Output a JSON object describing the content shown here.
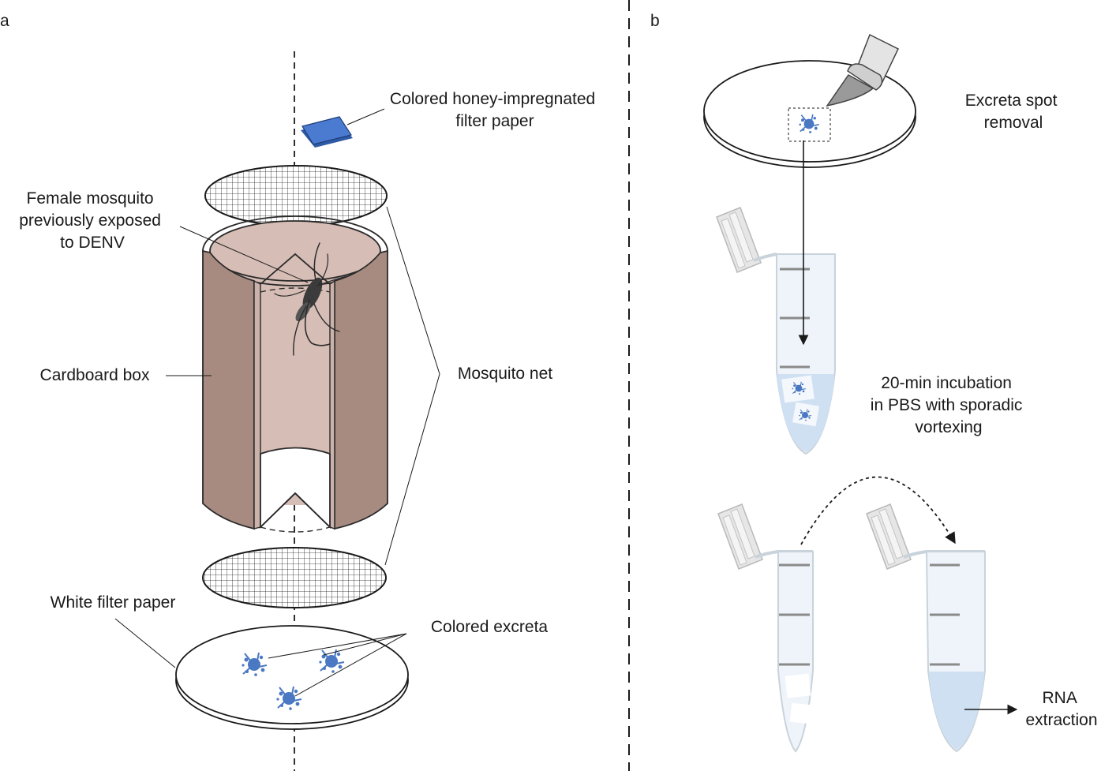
{
  "panels": {
    "a": "a",
    "b": "b"
  },
  "labels_a": {
    "honey_paper": [
      "Colored honey-impregnated",
      "filter paper"
    ],
    "female_mosquito": [
      "Female mosquito",
      "previously exposed",
      "to DENV"
    ],
    "cardboard_box": "Cardboard box",
    "mosquito_net": "Mosquito net",
    "white_filter": "White filter paper",
    "colored_excreta": "Colored excreta"
  },
  "labels_b": {
    "spot_removal": [
      "Excreta spot",
      "removal"
    ],
    "incubation": [
      "20-min incubation",
      "in PBS with sporadic",
      "vortexing"
    ],
    "rna": [
      "RNA",
      "extraction"
    ]
  },
  "colors": {
    "cardboard": "#a78b80",
    "cardboard_inner": "#d6bdb5",
    "honey_blue": "#3f6fbf",
    "excreta_blue": "#4a78c2",
    "tube_fill": "#eef4fa",
    "tube_liquid": "#cfe0f3",
    "tube_edge": "#c9d3dc"
  }
}
